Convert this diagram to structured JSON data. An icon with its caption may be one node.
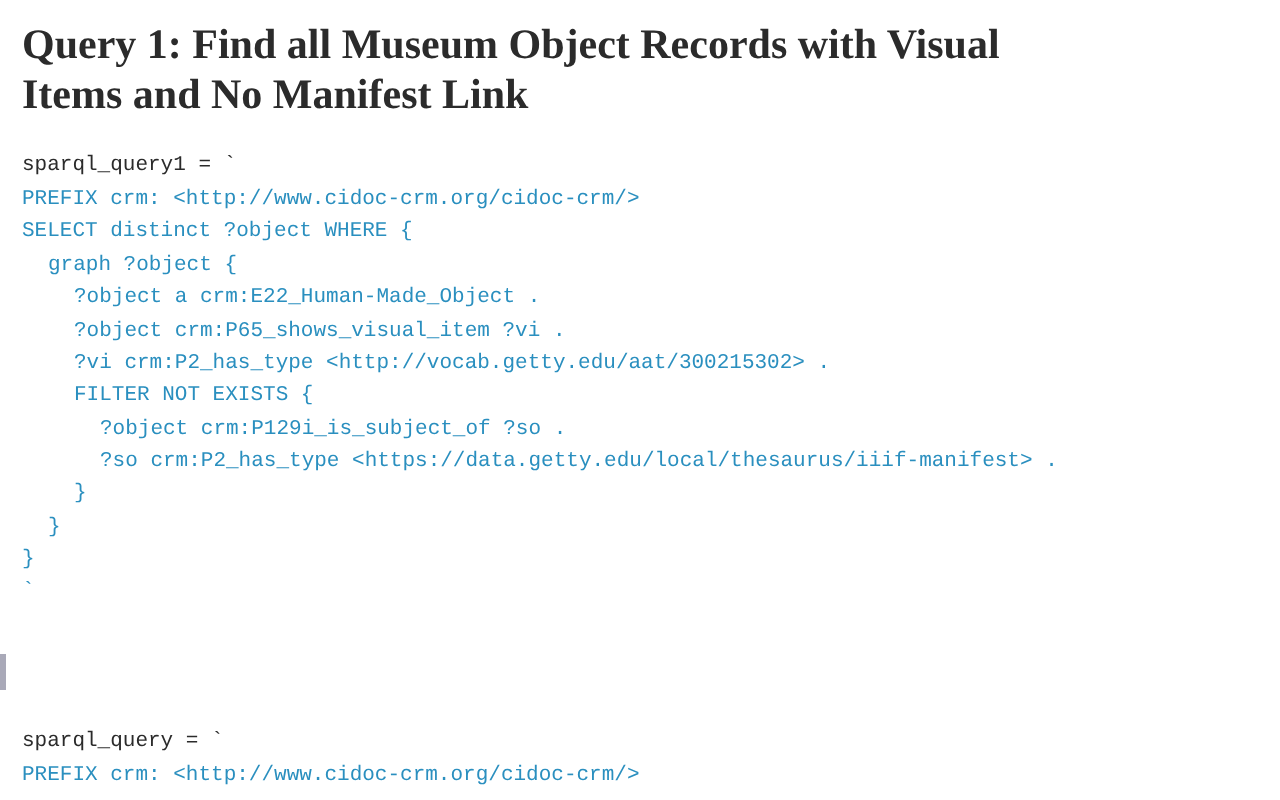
{
  "diagram": {
    "title": "Query 1: Find all Museum Object Records with Visual Items and No Manifest Link",
    "labels": [
      "sparql_query1 = `",
      "PREFIX crm: <http://www.cidoc-crm.org/cidoc-crm/>",
      "SELECT distinct ?object WHERE {",
      "graph ?object {",
      "?object a crm:E22_Human-Made_Object .",
      "?object crm:P65_shows_visual_item ?vi .",
      "?vi crm:P2_has_type <http://vocab.getty.edu/aat/300215302> .",
      "FILTER NOT EXISTS {",
      "?object crm:P129i_is_subject_of ?so .",
      "?so crm:P2_has_type <https://data.getty.edu/local/thesaurus/iiif-manifest> .",
      "}",
      "}",
      "}",
      "`",
      "sparql_query = `",
      "PREFIX crm: <http://www.cidoc-crm.org/cidoc-crm/>"
    ]
  }
}
